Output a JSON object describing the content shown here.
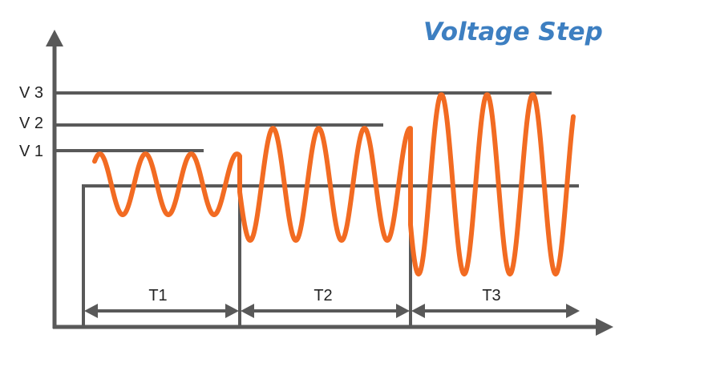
{
  "title": "Voltage Step",
  "levels": [
    "V 3",
    "V 2",
    "V 1"
  ],
  "periods": [
    "T1",
    "T2",
    "T3"
  ],
  "colors": {
    "wave": "#f26b22",
    "axis": "#595959",
    "title": "#3d7fc1"
  }
}
